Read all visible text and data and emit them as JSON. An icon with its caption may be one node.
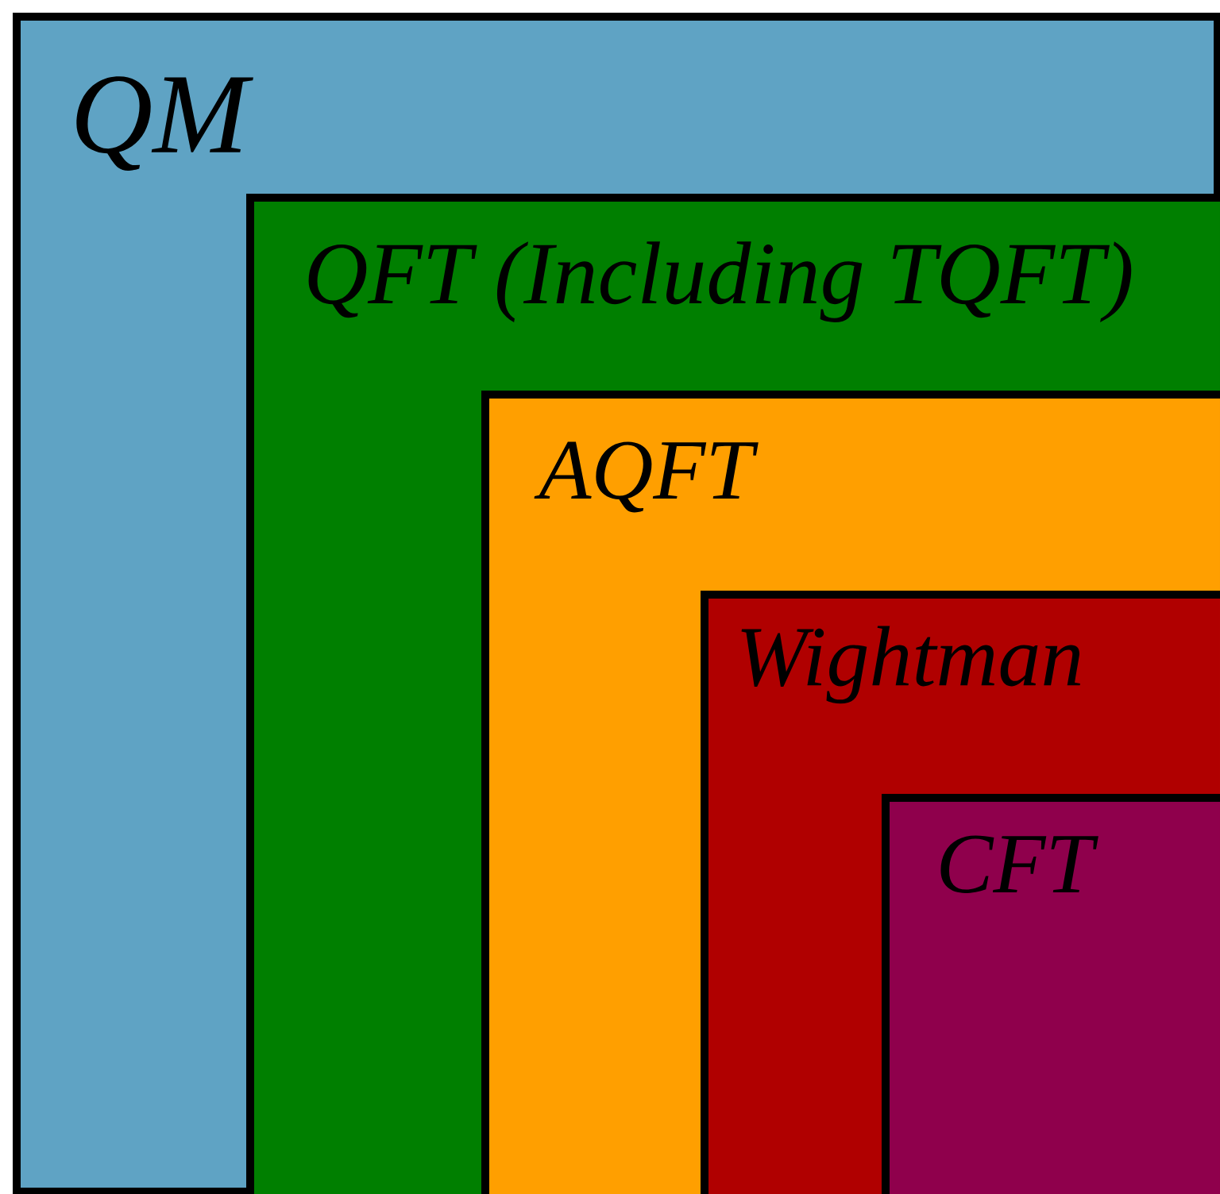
{
  "diagram": {
    "nodes": [
      {
        "text": [
          "QM"
        ]
      },
      {
        "text": [
          "QFT (Including TQFT)"
        ],
        "in": 0
      },
      {
        "text": [
          "AQFT"
        ],
        "in": 1
      },
      {
        "text": [
          "Wightman"
        ],
        "in": 2
      },
      {
        "text": [
          "CFT"
        ],
        "in": 3
      }
    ]
  }
}
